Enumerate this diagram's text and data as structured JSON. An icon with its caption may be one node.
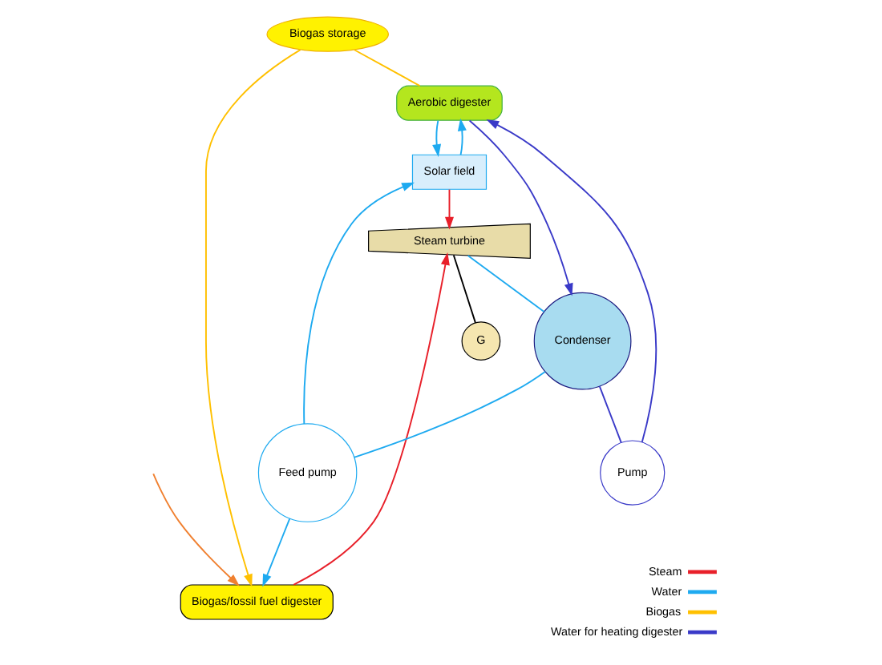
{
  "diagram": {
    "nodes": [
      {
        "text": [
          "Biogas storage"
        ]
      },
      {
        "text": [
          "Aerobic digester"
        ]
      },
      {
        "text": [
          "Biogas/fossil fuel digester"
        ]
      },
      {
        "text": [
          "Solar field"
        ]
      },
      {
        "text": [
          "Steam turbine"
        ]
      },
      {
        "text": [
          "G"
        ]
      },
      {
        "text": [
          "Condenser"
        ]
      },
      {
        "text": [
          "Pump"
        ]
      },
      {
        "text": [
          "Feed pump"
        ]
      }
    ],
    "edges": [
      {
        "from": 0,
        "to": 1,
        "arrow": "none",
        "color": "#ffc000"
      },
      {
        "from": 0,
        "to": 2,
        "arrow": "to",
        "color": "#ffc000"
      },
      {
        "from": null,
        "to": 2,
        "arrow": "to",
        "color": "#f08030"
      },
      {
        "from": 1,
        "to": 3,
        "arrow": "to"
      },
      {
        "from": 3,
        "to": 1,
        "arrow": "to"
      },
      {
        "from": 2,
        "to": 4,
        "arrow": "to",
        "color": "#e8202a"
      },
      {
        "from": 3,
        "to": 4,
        "arrow": "to",
        "color": "#e8202a"
      },
      {
        "from": 4,
        "to": 5,
        "arrow": "none",
        "color": "#000000"
      },
      {
        "from": 4,
        "to": 6,
        "arrow": "none"
      },
      {
        "from": 6,
        "to": 8,
        "arrow": "none"
      },
      {
        "from": 8,
        "to": 2,
        "arrow": "to"
      },
      {
        "from": 8,
        "to": 3,
        "arrow": "to"
      },
      {
        "from": 1,
        "to": 6,
        "arrow": "to",
        "color": "#3a3ac8"
      },
      {
        "from": 6,
        "to": 7,
        "arrow": "none",
        "color": "#3a3ac8"
      },
      {
        "from": 7,
        "to": 1,
        "arrow": "to",
        "color": "#3a3ac8"
      }
    ],
    "legend": [
      {
        "text": "Steam",
        "color": "#e8202a"
      },
      {
        "text": "Water",
        "color": "#1eaaf0"
      },
      {
        "text": "Biogas",
        "color": "#ffc000"
      },
      {
        "text": "Water for heating digester",
        "color": "#3a3ac8"
      }
    ]
  }
}
